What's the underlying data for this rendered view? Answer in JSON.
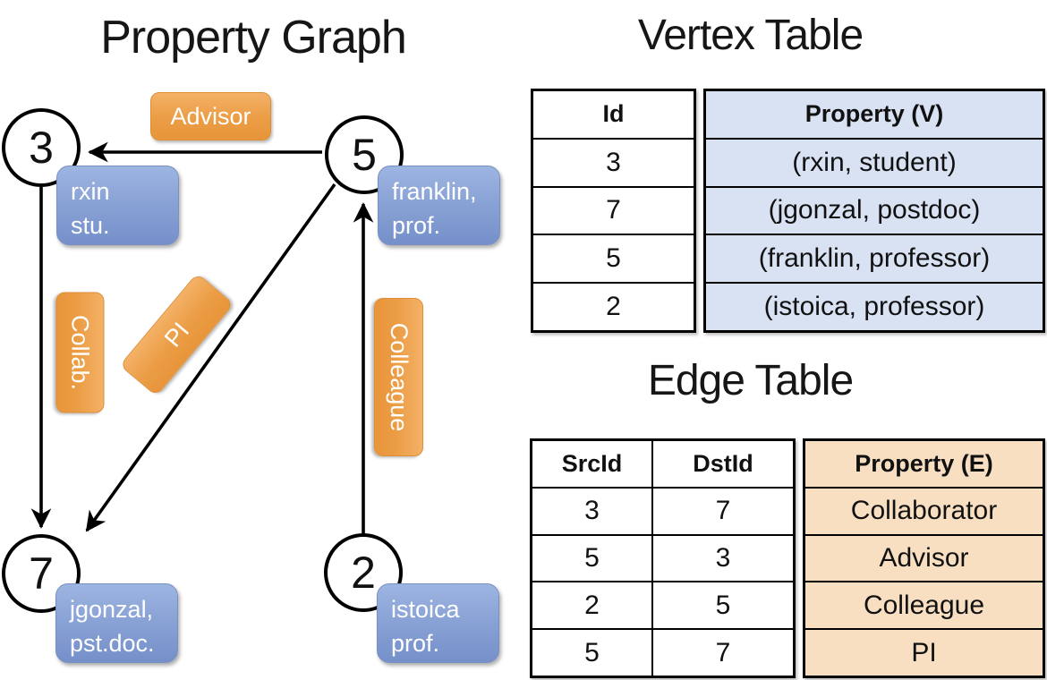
{
  "graph": {
    "title": "Property Graph",
    "nodes": [
      {
        "id": "3",
        "line1": "rxin",
        "line2": "stu."
      },
      {
        "id": "5",
        "line1": "franklin,",
        "line2": "prof."
      },
      {
        "id": "7",
        "line1": "jgonzal,",
        "line2": "pst.doc."
      },
      {
        "id": "2",
        "line1": "istoica",
        "line2": "prof."
      }
    ],
    "edge_labels": {
      "advisor": "Advisor",
      "collab": "Collab.",
      "pi": "PI",
      "colleague": "Colleague"
    }
  },
  "vertex_table": {
    "title": "Vertex Table",
    "headers": {
      "id": "Id",
      "property": "Property (V)"
    },
    "rows": [
      {
        "id": "3",
        "property": "(rxin, student)"
      },
      {
        "id": "7",
        "property": "(jgonzal, postdoc)"
      },
      {
        "id": "5",
        "property": "(franklin, professor)"
      },
      {
        "id": "2",
        "property": "(istoica, professor)"
      }
    ]
  },
  "edge_table": {
    "title": "Edge Table",
    "headers": {
      "src": "SrcId",
      "dst": "DstId",
      "property": "Property (E)"
    },
    "rows": [
      {
        "src": "3",
        "dst": "7",
        "property": "Collaborator"
      },
      {
        "src": "5",
        "dst": "3",
        "property": "Advisor"
      },
      {
        "src": "2",
        "dst": "5",
        "property": "Colleague"
      },
      {
        "src": "5",
        "dst": "7",
        "property": "PI"
      }
    ]
  },
  "colors": {
    "edge_label_orange": "#EB9D45",
    "vertex_label_blue": "#8AA3D6",
    "vertex_property_fill": "#D9E2F3",
    "edge_property_fill": "#F8DFC2",
    "line_black": "#000000"
  }
}
